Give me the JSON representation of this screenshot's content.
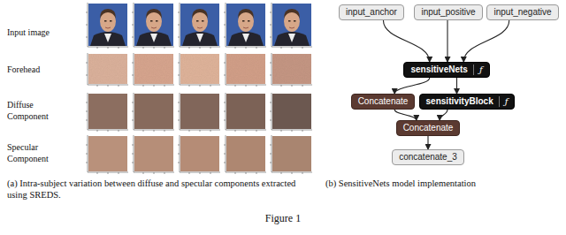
{
  "diagram": {
    "caption": "Figure 1",
    "nodes": [
      {
        "text": [
          "input_anchor"
        ]
      },
      {
        "text": [
          "input_positive"
        ]
      },
      {
        "text": [
          "input_negative"
        ]
      },
      {
        "text": [
          "sensitiveNets",
          "ƒ"
        ]
      },
      {
        "text": [
          "Concatenate"
        ]
      },
      {
        "text": [
          "sensitivityBlock",
          "ƒ"
        ]
      },
      {
        "text": [
          "Concatenate"
        ]
      },
      {
        "text": [
          "concatenate_3"
        ]
      }
    ],
    "edges": [
      {
        "from": 0,
        "to": 3,
        "arrow": "to"
      },
      {
        "from": 1,
        "to": 3,
        "arrow": "to"
      },
      {
        "from": 2,
        "to": 3,
        "arrow": "to"
      },
      {
        "from": 3,
        "to": 4,
        "arrow": "to"
      },
      {
        "from": 3,
        "to": 5,
        "arrow": "to"
      },
      {
        "from": 4,
        "to": 6,
        "arrow": "to"
      },
      {
        "from": 5,
        "to": 6,
        "arrow": "to"
      },
      {
        "from": 6,
        "to": 7,
        "arrow": "to"
      }
    ],
    "labels": [
      "Input image",
      "Forehead",
      "Diffuse Component",
      "Specular Component",
      "(a) Intra-subject variation between diffuse and specular components extracted using SREDS.",
      "(b) SensitiveNets model implementation"
    ]
  }
}
